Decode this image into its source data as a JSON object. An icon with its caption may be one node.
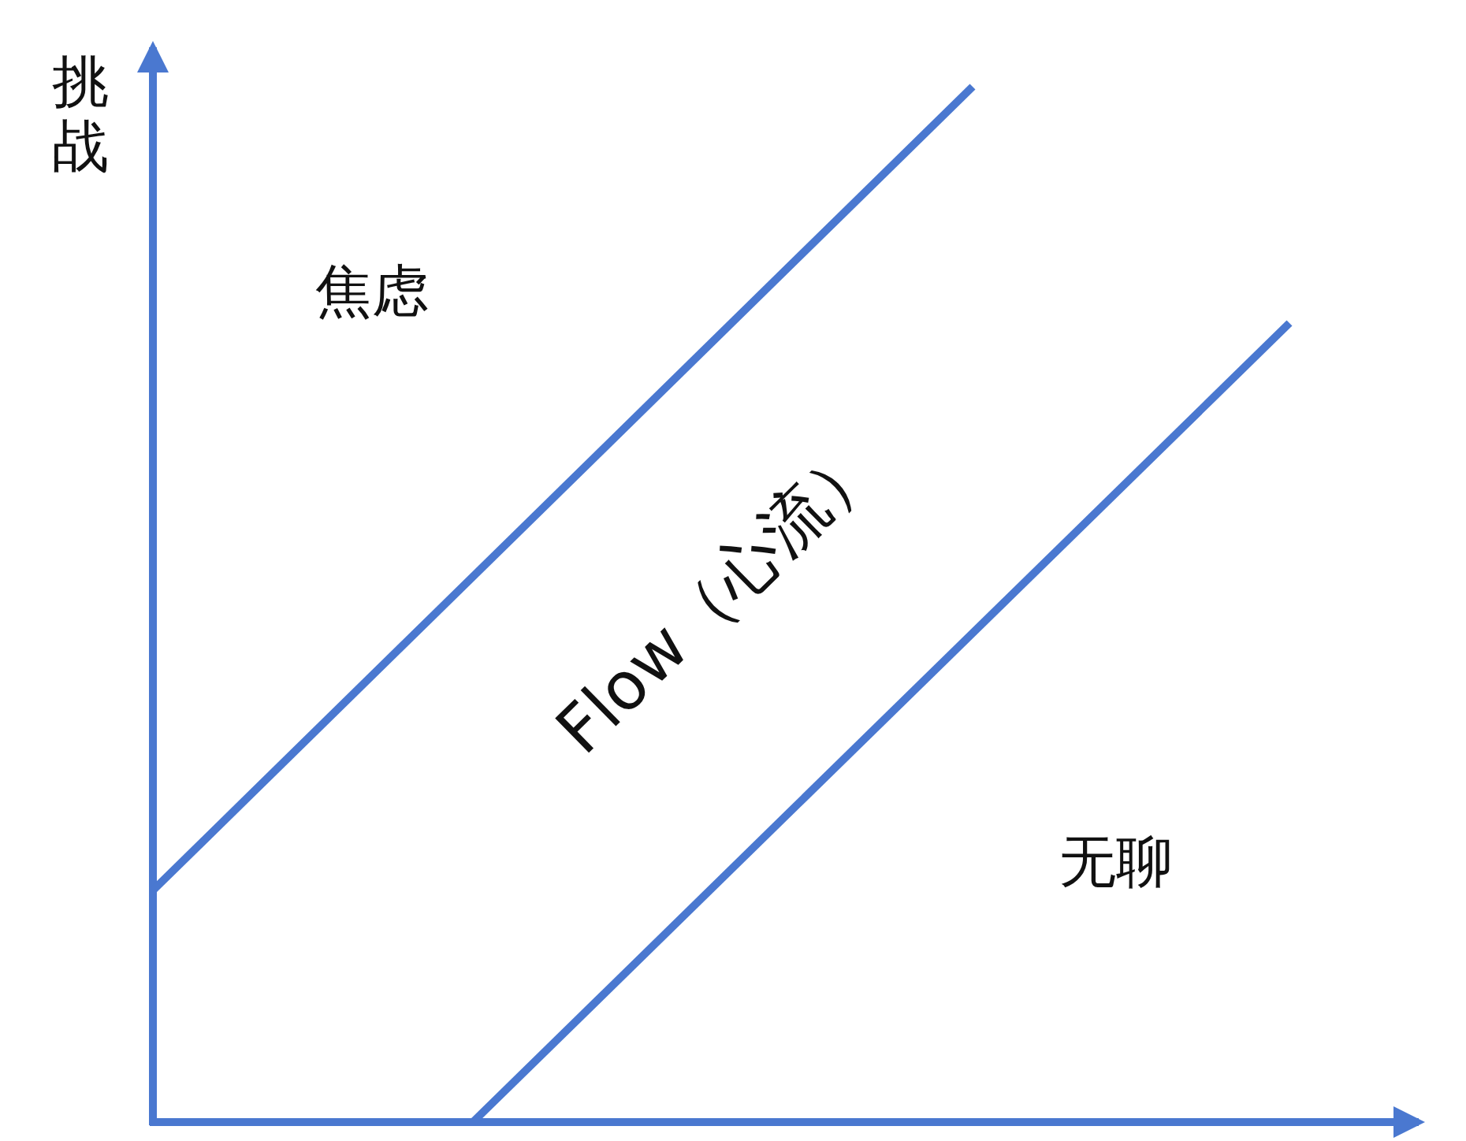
{
  "diagram": {
    "labels": [
      "挑战",
      "焦虑",
      "Flow（心流）",
      "无聊"
    ]
  }
}
